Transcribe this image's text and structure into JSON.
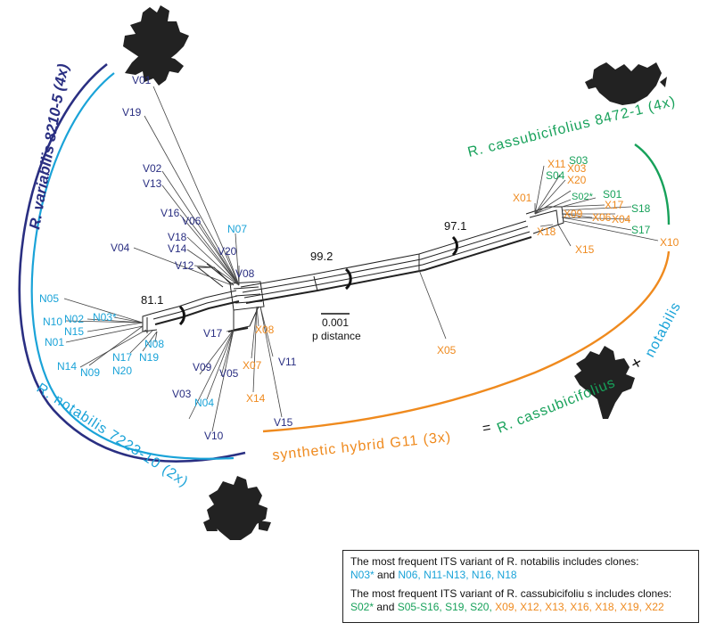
{
  "colors": {
    "variabilis": "#2a2f82",
    "notabilis": "#1aa3d8",
    "cassubicifolius": "#17a15a",
    "hybrid": "#ef8a1e",
    "network": "#222222",
    "leaf": "#222222"
  },
  "titles": {
    "variabilis": "R. variabilis 8210-5 (4x)",
    "notabilis": "R. notabilis 7223-10 (2x)",
    "cassubicifolius": "R. cassubicifolius 8472-1 (4x)",
    "hybrid_prefix": "synthetic hybrid G11 (3x)",
    "equals": "=",
    "hybrid_parent1": "R. cassubicifolius",
    "plus": "+",
    "hybrid_parent2": "notabilis"
  },
  "bootstrap": {
    "b1": "81.1",
    "b2": "99.2",
    "b3": "97.1"
  },
  "scale": {
    "value": "0.001",
    "label": "p distance"
  },
  "tips": {
    "variabilis": [
      "V01",
      "V19",
      "V02",
      "V13",
      "V16",
      "V06",
      "V18",
      "V14",
      "V04",
      "V20",
      "V12",
      "V08",
      "V17",
      "V09",
      "V05",
      "V03",
      "V10",
      "V11",
      "V15"
    ],
    "notabilis": [
      "N07",
      "N05",
      "N10",
      "N02",
      "N03*",
      "N15",
      "N01",
      "N08",
      "N14",
      "N09",
      "N17",
      "N19",
      "N20",
      "N04"
    ],
    "cassubicifolius": [
      "S03",
      "S04",
      "S02*",
      "S01",
      "S18",
      "S17"
    ],
    "hybrid": [
      "X11",
      "X03",
      "X20",
      "X01",
      "X17",
      "X09",
      "X06",
      "X04",
      "X18",
      "X15",
      "X10",
      "X05",
      "X08",
      "X07",
      "X14"
    ]
  },
  "legend": {
    "line1_prefix": "The most frequent ITS variant of ",
    "line1_species": "R. notabilis",
    "line1_suffix": " includes clones:",
    "line2_a": "N03*",
    "line2_and": " and ",
    "line2_b": "N06, N11-N13, N16, N18",
    "line3_prefix": "The most frequent ITS variant of ",
    "line3_species": "R. cassubicifoliu s",
    "line3_suffix": " includes clones:",
    "line4_a": "S02*",
    "line4_and": " and ",
    "line4_b": "S05-S16, S19, S20,",
    "line4_c": " X09, X12, X13, X16, X18, X19, X22"
  }
}
